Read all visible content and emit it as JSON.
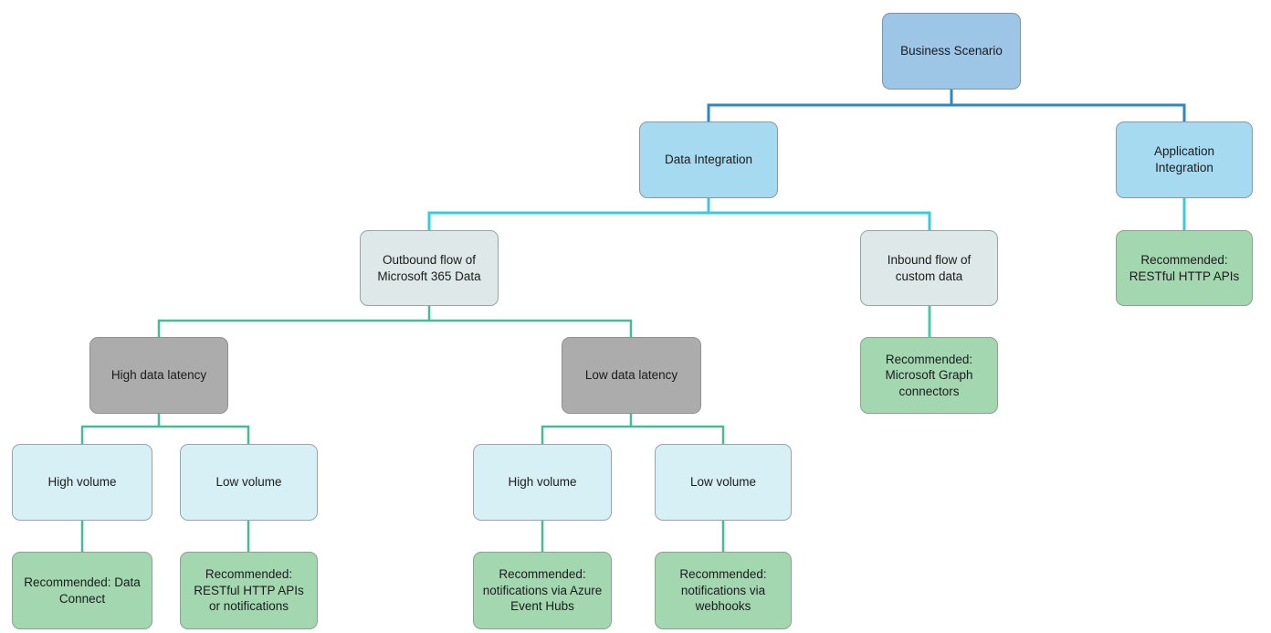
{
  "diagram": {
    "root_label": "Business Scenario"
  },
  "colors": {
    "edge_blue": "#2E86C6",
    "edge_cyan": "#38CBDC",
    "edge_green": "#43BD91",
    "edge_seafoam": "#4FC9A4",
    "node_blue": "#9CC5E6",
    "node_skyblue": "#A6DAF0",
    "node_pale": "#DEE8E8",
    "node_gray": "#ACACAC",
    "node_pale_cyan": "#D7F0F5",
    "node_green": "#A3D7B0"
  },
  "nodes": [
    {
      "id": "business-scenario",
      "label": "Business Scenario",
      "variant": "blue"
    },
    {
      "id": "data-integration",
      "label": "Data Integration",
      "variant": "skyblue"
    },
    {
      "id": "application-integration",
      "label": "Application Integration",
      "variant": "skyblue"
    },
    {
      "id": "outbound-flow",
      "label": "Outbound flow of Microsoft 365 Data",
      "variant": "pale"
    },
    {
      "id": "inbound-flow",
      "label": "Inbound flow of custom data",
      "variant": "pale"
    },
    {
      "id": "rec-restful-http-apis",
      "label": "Recommended: RESTful HTTP APIs",
      "variant": "green"
    },
    {
      "id": "high-data-latency",
      "label": "High data latency",
      "variant": "gray"
    },
    {
      "id": "low-data-latency",
      "label": "Low data latency",
      "variant": "gray"
    },
    {
      "id": "rec-graph-connectors",
      "label": "Recommended: Microsoft Graph connectors",
      "variant": "green"
    },
    {
      "id": "high-volume-high-latency",
      "label": "High volume",
      "variant": "palecyan"
    },
    {
      "id": "low-volume-high-latency",
      "label": "Low volume",
      "variant": "palecyan"
    },
    {
      "id": "high-volume-low-latency",
      "label": "High volume",
      "variant": "palecyan"
    },
    {
      "id": "low-volume-low-latency",
      "label": "Low volume",
      "variant": "palecyan"
    },
    {
      "id": "rec-data-connect",
      "label": "Recommended: Data Connect",
      "variant": "green"
    },
    {
      "id": "rec-restful-or-notifications",
      "label": "Recommended: RESTful HTTP APIs or notifications",
      "variant": "green"
    },
    {
      "id": "rec-notifications-azure-event-hubs",
      "label": "Recommended: notifications via Azure Event Hubs",
      "variant": "green"
    },
    {
      "id": "rec-notifications-webhooks",
      "label": "Recommended: notifications via webhooks",
      "variant": "green"
    }
  ],
  "edges": [
    {
      "from": "business-scenario",
      "to": "data-integration"
    },
    {
      "from": "business-scenario",
      "to": "application-integration"
    },
    {
      "from": "data-integration",
      "to": "outbound-flow"
    },
    {
      "from": "data-integration",
      "to": "inbound-flow"
    },
    {
      "from": "application-integration",
      "to": "rec-restful-http-apis"
    },
    {
      "from": "outbound-flow",
      "to": "high-data-latency"
    },
    {
      "from": "outbound-flow",
      "to": "low-data-latency"
    },
    {
      "from": "inbound-flow",
      "to": "rec-graph-connectors"
    },
    {
      "from": "high-data-latency",
      "to": "high-volume-high-latency"
    },
    {
      "from": "high-data-latency",
      "to": "low-volume-high-latency"
    },
    {
      "from": "low-data-latency",
      "to": "high-volume-low-latency"
    },
    {
      "from": "low-data-latency",
      "to": "low-volume-low-latency"
    },
    {
      "from": "high-volume-high-latency",
      "to": "rec-data-connect"
    },
    {
      "from": "low-volume-high-latency",
      "to": "rec-restful-or-notifications"
    },
    {
      "from": "high-volume-low-latency",
      "to": "rec-notifications-azure-event-hubs"
    },
    {
      "from": "low-volume-low-latency",
      "to": "rec-notifications-webhooks"
    }
  ]
}
